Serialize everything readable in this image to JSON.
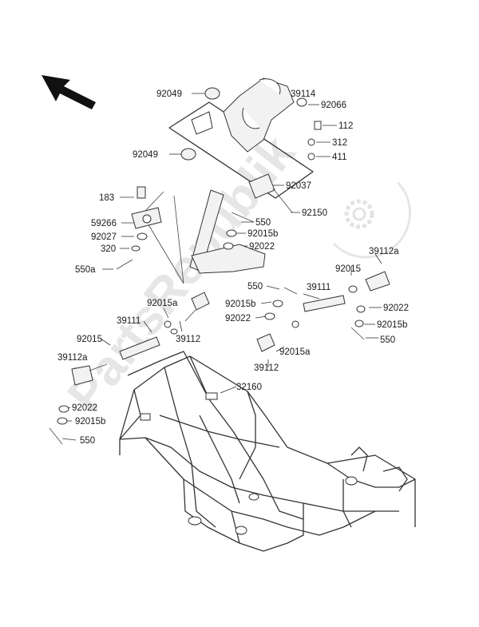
{
  "watermark": {
    "text": "PartsRepublik",
    "color": "#e6e6e6"
  },
  "icons": {
    "direction_arrow": "arrow-up-left-icon",
    "watermark_logo": "gear-icon"
  },
  "labels": {
    "l92049a": "92049",
    "l39114": "39114",
    "l92066": "92066",
    "l112": "112",
    "l312": "312",
    "l411": "411",
    "l92049b": "92049",
    "l92037": "92037",
    "l92150": "92150",
    "l183": "183",
    "l59266": "59266",
    "l92027": "92027",
    "l320": "320",
    "l550a": "550a",
    "l550_top": "550",
    "l92015b_top": "92015b",
    "l92022_top": "92022",
    "l92015_r": "92015",
    "l39112a_r": "39112a",
    "l550_mid": "550",
    "l39111_r": "39111",
    "l92015b_mid": "92015b",
    "l92022_mid": "92022",
    "l92015a_l": "92015a",
    "l92022_r": "92022",
    "l92015b_r": "92015b",
    "l550_r": "550",
    "l39111_l": "39111",
    "l92015_l": "92015",
    "l39112_l": "39112",
    "l92015a_r": "92015a",
    "l39112_r": "39112",
    "l39112a_l": "39112a",
    "l32160": "32160",
    "l92022_l": "92022",
    "l92015b_l": "92015b",
    "l550_l": "550"
  }
}
